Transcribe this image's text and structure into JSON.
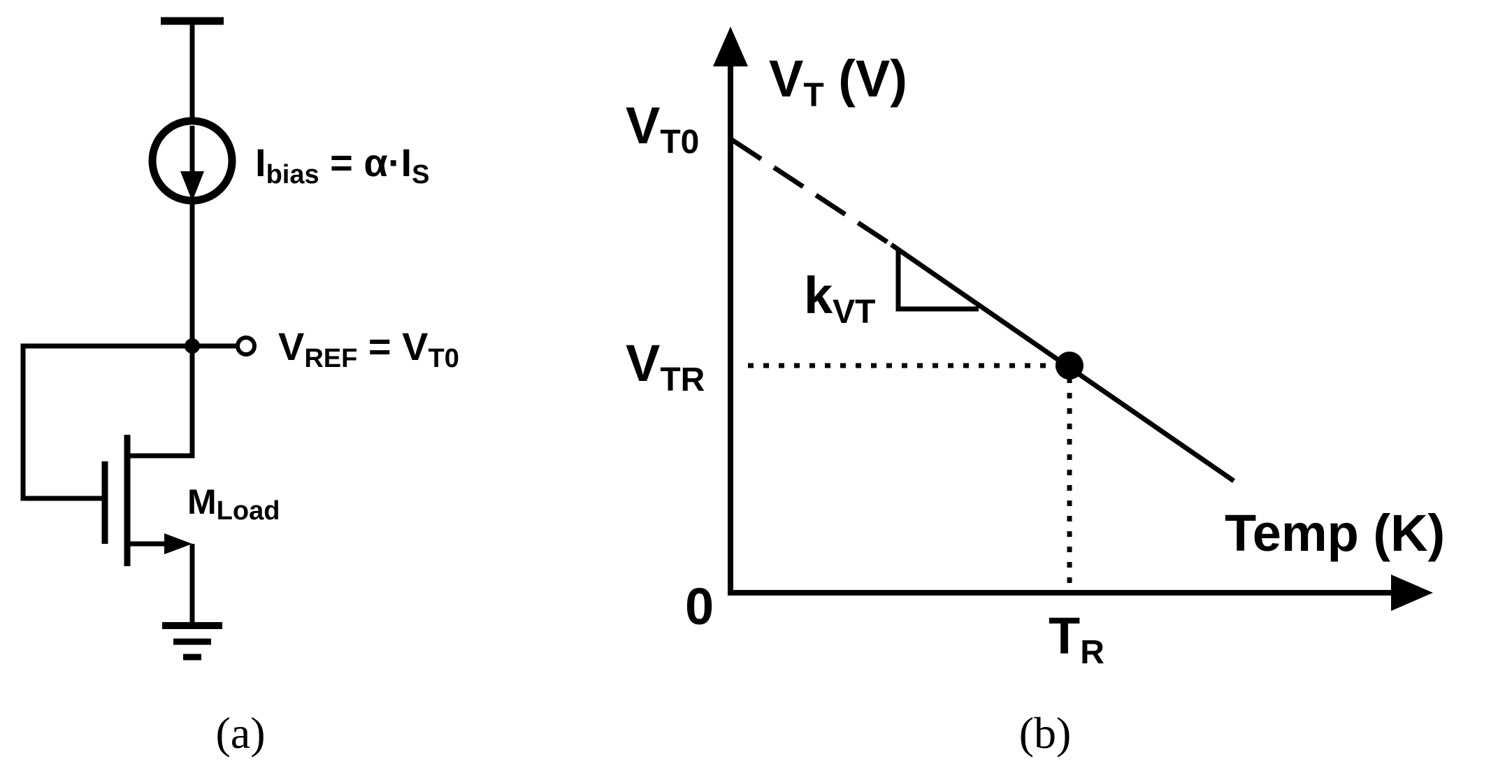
{
  "panel_a": {
    "current_source": {
      "label_main": "I",
      "label_sub": "bias",
      "label_eq": " = α·I",
      "label_eq_sub": "S"
    },
    "output_node": {
      "label_main": "V",
      "label_sub": "REF",
      "label_eq": " = V",
      "label_eq_sub": "T0"
    },
    "transistor": {
      "label_main": "M",
      "label_sub": "Load"
    },
    "caption": "(a)"
  },
  "panel_b": {
    "y_axis": {
      "label_main": "V",
      "label_sub": "T",
      "label_unit": " (V)"
    },
    "x_axis": {
      "label": "Temp (K)"
    },
    "origin": "0",
    "y_ticks": [
      {
        "main": "V",
        "sub": "T0"
      },
      {
        "main": "V",
        "sub": "TR"
      }
    ],
    "x_ticks": [
      {
        "main": "T",
        "sub": "R"
      }
    ],
    "slope": {
      "main": "k",
      "sub": "VT"
    },
    "caption": "(b)"
  }
}
